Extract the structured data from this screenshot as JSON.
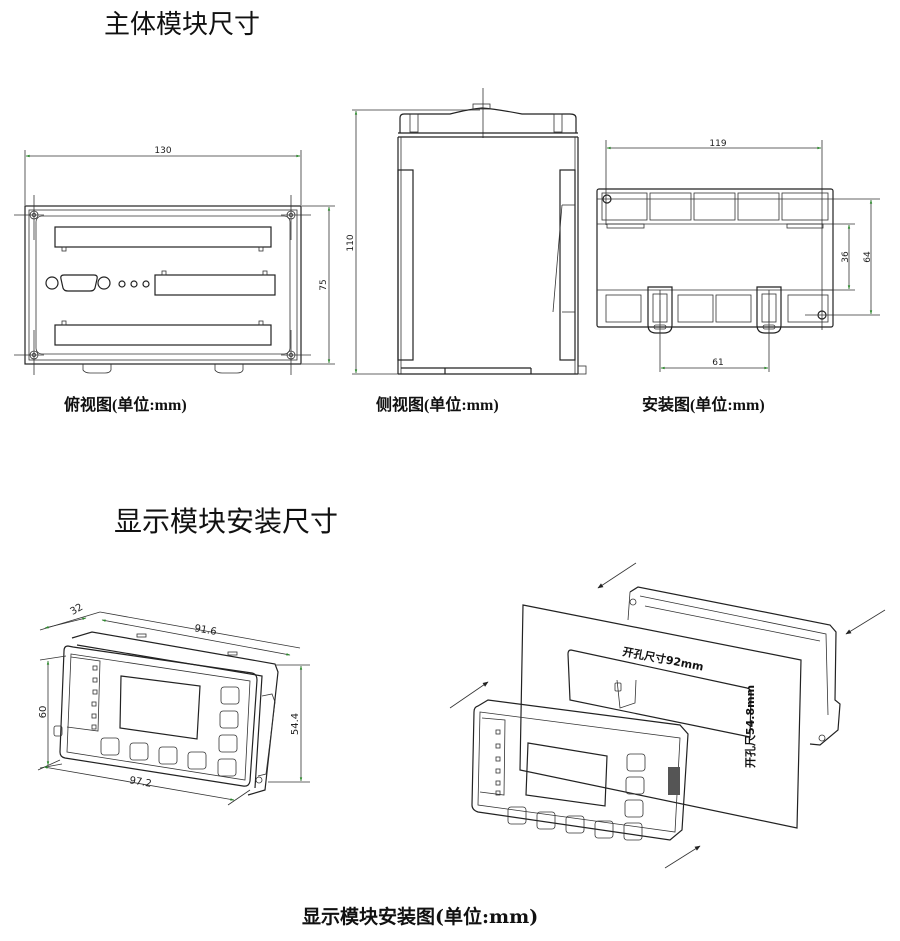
{
  "sections": {
    "main_module": {
      "title": "主体模块尺寸",
      "views": {
        "top_view": {
          "caption": "俯视图(单位:mm)",
          "dimensions": {
            "width": "130",
            "height": "75"
          }
        },
        "side_view": {
          "caption": "侧视图(单位:mm)",
          "dimensions": {
            "height": "110"
          }
        },
        "mounting_view": {
          "caption": "安装图(单位:mm)",
          "dimensions": {
            "hole_spacing_horizontal": "119",
            "rail_spacing": "36",
            "hole_spacing_vertical": "64",
            "clip_spacing": "61"
          }
        }
      }
    },
    "display_module": {
      "title": "显示模块安装尺寸",
      "caption": "显示模块安装图(单位:mm)",
      "isometric_view": {
        "dimensions": {
          "depth": "32",
          "body_width": "91.6",
          "front_height": "60",
          "body_height": "54.4",
          "front_width": "97.2"
        }
      },
      "exploded_view": {
        "cutout_width_label": "开孔尺寸92mm",
        "cutout_height_label": "开孔尺54.8mm"
      }
    }
  },
  "colors": {
    "line": "#222222",
    "dimension_arrow": "#2a8a2a",
    "background": "#ffffff"
  }
}
